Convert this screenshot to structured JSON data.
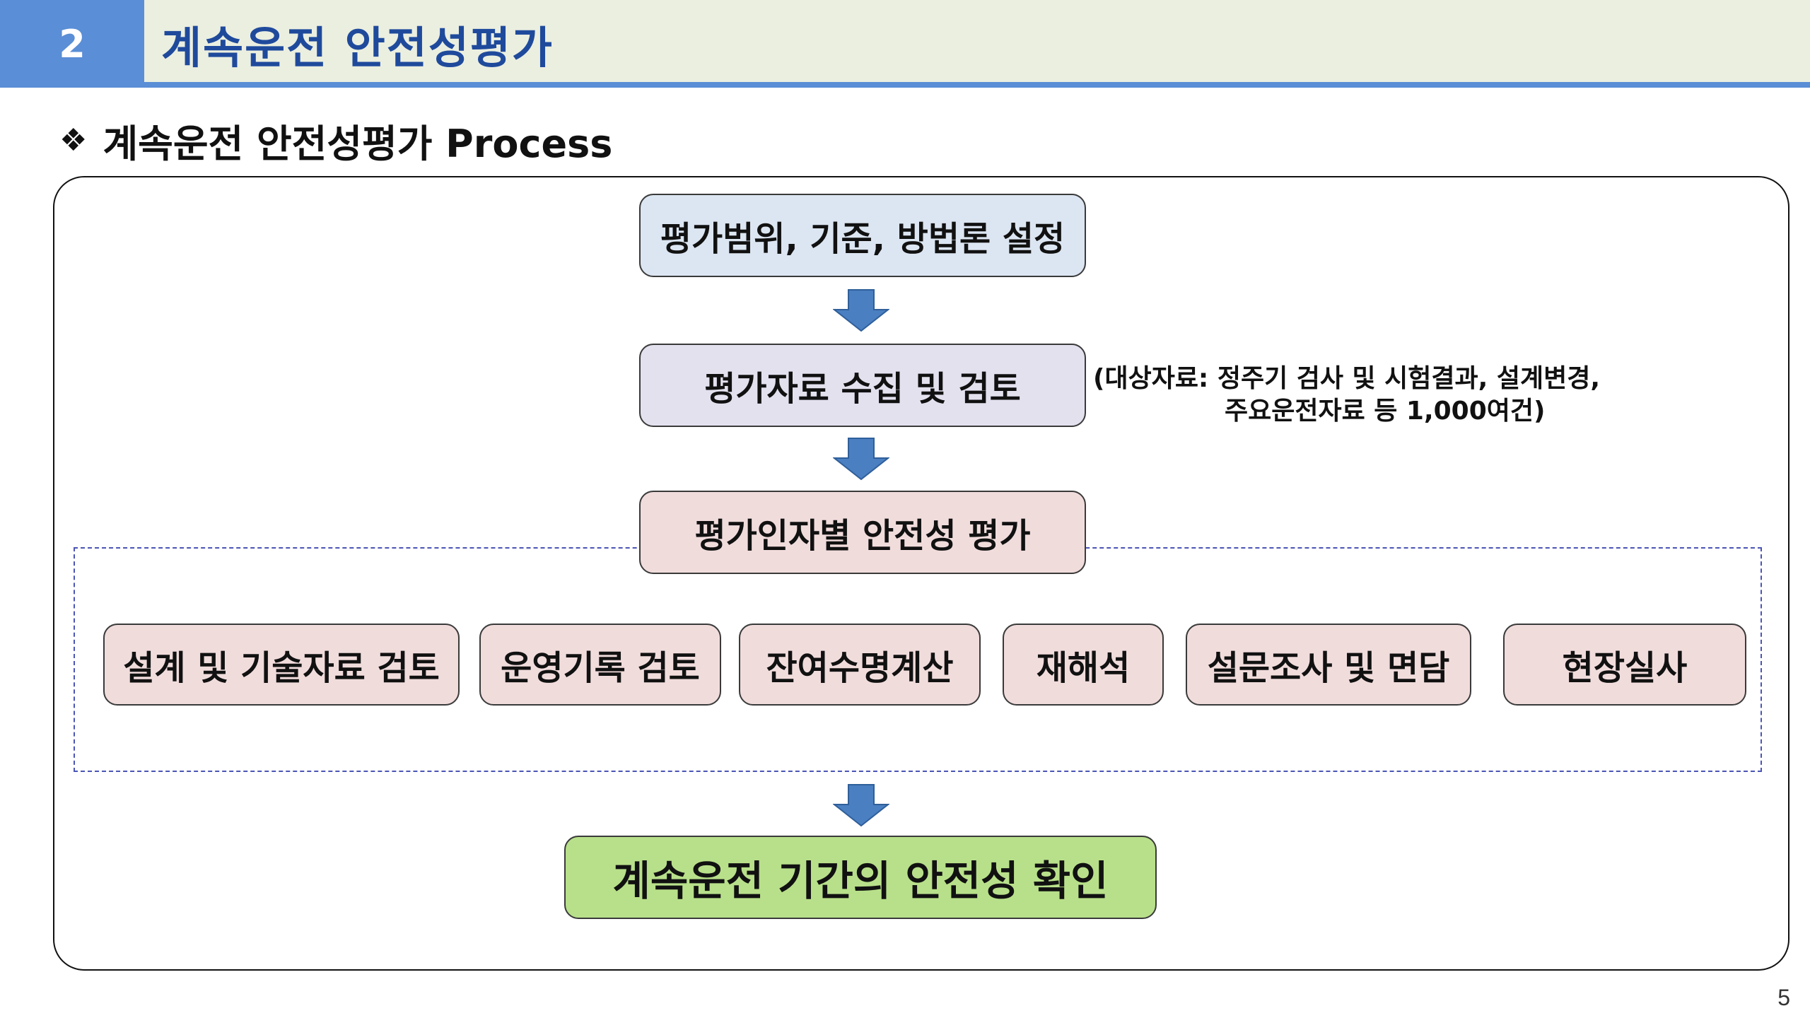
{
  "header": {
    "number": "2",
    "title": "계속운전 안전성평가"
  },
  "section": {
    "bullet_icon": "diamond-bullet-icon",
    "title": "계속운전 안전성평가 Process"
  },
  "flow": {
    "step1": "평가범위, 기준, 방법론 설정",
    "step2": "평가자료 수집 및 검토",
    "step2_note_line1": "(대상자료: 정주기 검사 및 시험결과, 설계변경,",
    "step2_note_line2": "주요운전자료 등 1,000여건)",
    "step3": "평가인자별 안전성 평가",
    "factors": [
      "설계 및 기술자료 검토",
      "운영기록 검토",
      "잔여수명계산",
      "재해석",
      "설문조사 및 면담",
      "현장실사"
    ],
    "result": "계속운전 기간의 안전성 확인"
  },
  "colors": {
    "header_band": "#ebefe0",
    "header_accent": "#5a8ed6",
    "title_text": "#1f4a9c",
    "step1_fill": "#dce6f2",
    "step2_fill": "#e4e1ef",
    "factor_fill": "#f1dcdc",
    "result_fill": "#b8e08a",
    "arrow_fill": "#4a7fc1"
  },
  "page_number": "5"
}
